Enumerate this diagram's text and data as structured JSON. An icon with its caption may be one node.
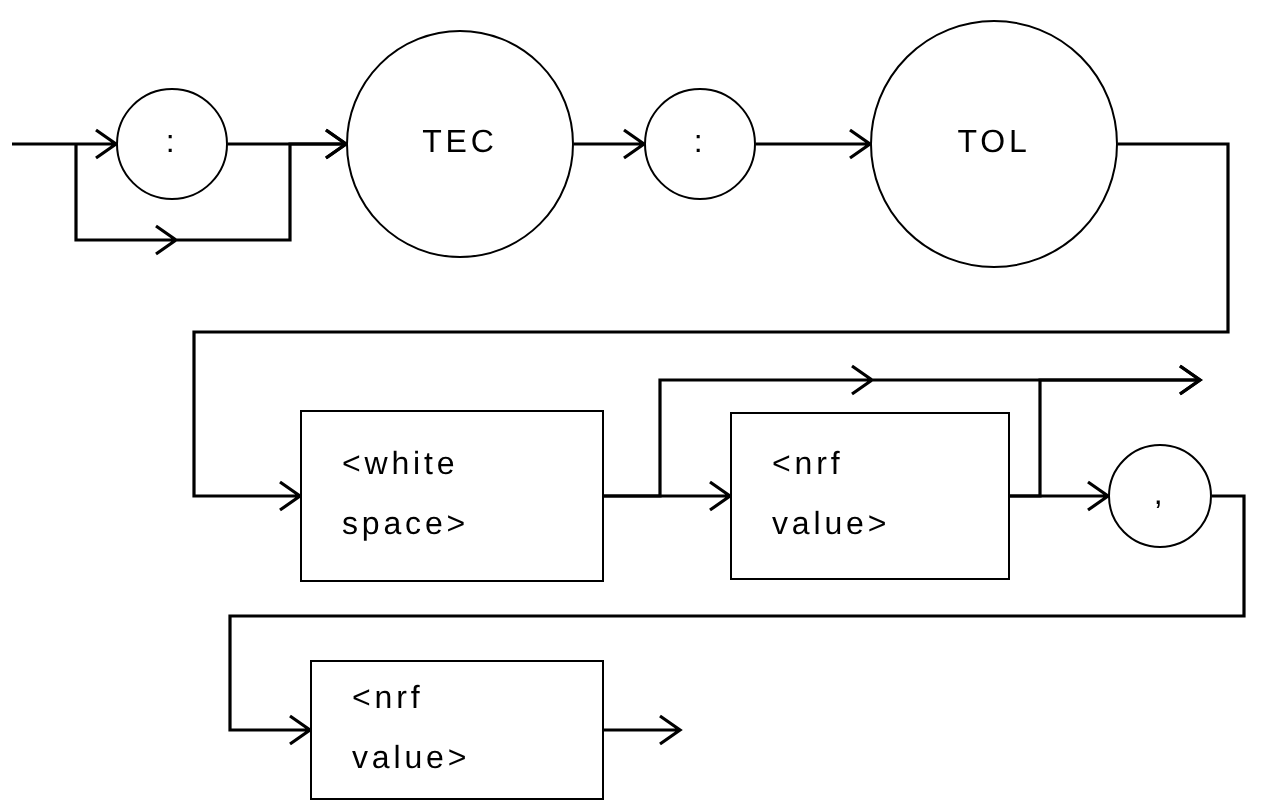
{
  "diagram": {
    "nodes": [
      {
        "text": [
          ":"
        ]
      },
      {
        "text": [
          "TEC"
        ]
      },
      {
        "text": [
          ":"
        ]
      },
      {
        "text": [
          "TOL"
        ]
      },
      {
        "text": [
          "<white space>"
        ]
      },
      {
        "text": [
          "<nrf value>"
        ]
      },
      {
        "text": [
          ","
        ]
      },
      {
        "text": [
          "<nrf value>"
        ]
      }
    ],
    "edges": [
      {
        "from": null,
        "to": 0,
        "arrow": "to"
      },
      {
        "from": null,
        "to": 1,
        "arrow": "to"
      },
      {
        "from": 0,
        "to": 1,
        "arrow": "to"
      },
      {
        "from": 1,
        "to": 2,
        "arrow": "to"
      },
      {
        "from": 2,
        "to": 3,
        "arrow": "to"
      },
      {
        "from": 3,
        "to": 4,
        "arrow": "to"
      },
      {
        "from": 4,
        "to": 5,
        "arrow": "to"
      },
      {
        "from": 4,
        "to": null,
        "arrow": "to"
      },
      {
        "from": 5,
        "to": null,
        "arrow": "to"
      },
      {
        "from": 5,
        "to": 6,
        "arrow": "to"
      },
      {
        "from": 6,
        "to": 7,
        "arrow": "to"
      },
      {
        "from": 7,
        "to": null,
        "arrow": "to"
      }
    ]
  }
}
